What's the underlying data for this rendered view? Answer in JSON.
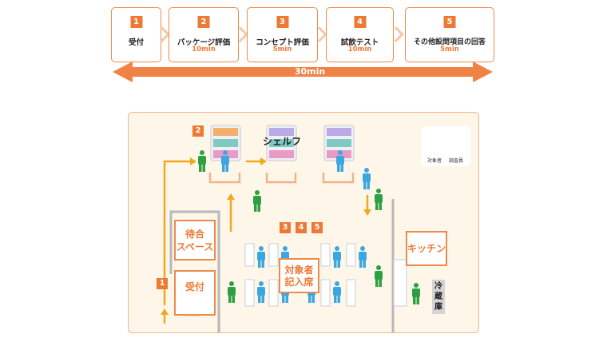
{
  "steps": [
    {
      "num": "1",
      "title": "受付",
      "duration": ""
    },
    {
      "num": "2",
      "title": "パッケージ評価",
      "duration": "10min"
    },
    {
      "num": "3",
      "title": "コンセプト評価",
      "duration": "5min"
    },
    {
      "num": "4",
      "title": "試飲テスト",
      "duration": "10min"
    },
    {
      "num": "5",
      "title": "その他設問項目の回答",
      "duration": "5min"
    }
  ],
  "total_time": "30min",
  "floor": {
    "shelf_label": "シェルフ",
    "waiting_label_1": "待合",
    "waiting_label_2": "スペース",
    "reception_label": "受付",
    "writing_label_1": "対象者",
    "writing_label_2": "記入席",
    "kitchen_label": "キッチン",
    "fridge_label": "冷蔵庫",
    "badge_1": "1",
    "badge_2": "2",
    "badge_3": "3",
    "badge_4": "4",
    "badge_5": "5"
  },
  "legend": {
    "respondent": "対象者",
    "surveyor": "調査員"
  },
  "colors": {
    "orange": "#ec7a35",
    "arrow_orange": "#ee8345",
    "flow_yellow": "#f2a81d",
    "respondent_blue": "#3ba7e0",
    "surveyor_green": "#2ea043",
    "wall_gray": "#b8b8b8"
  }
}
